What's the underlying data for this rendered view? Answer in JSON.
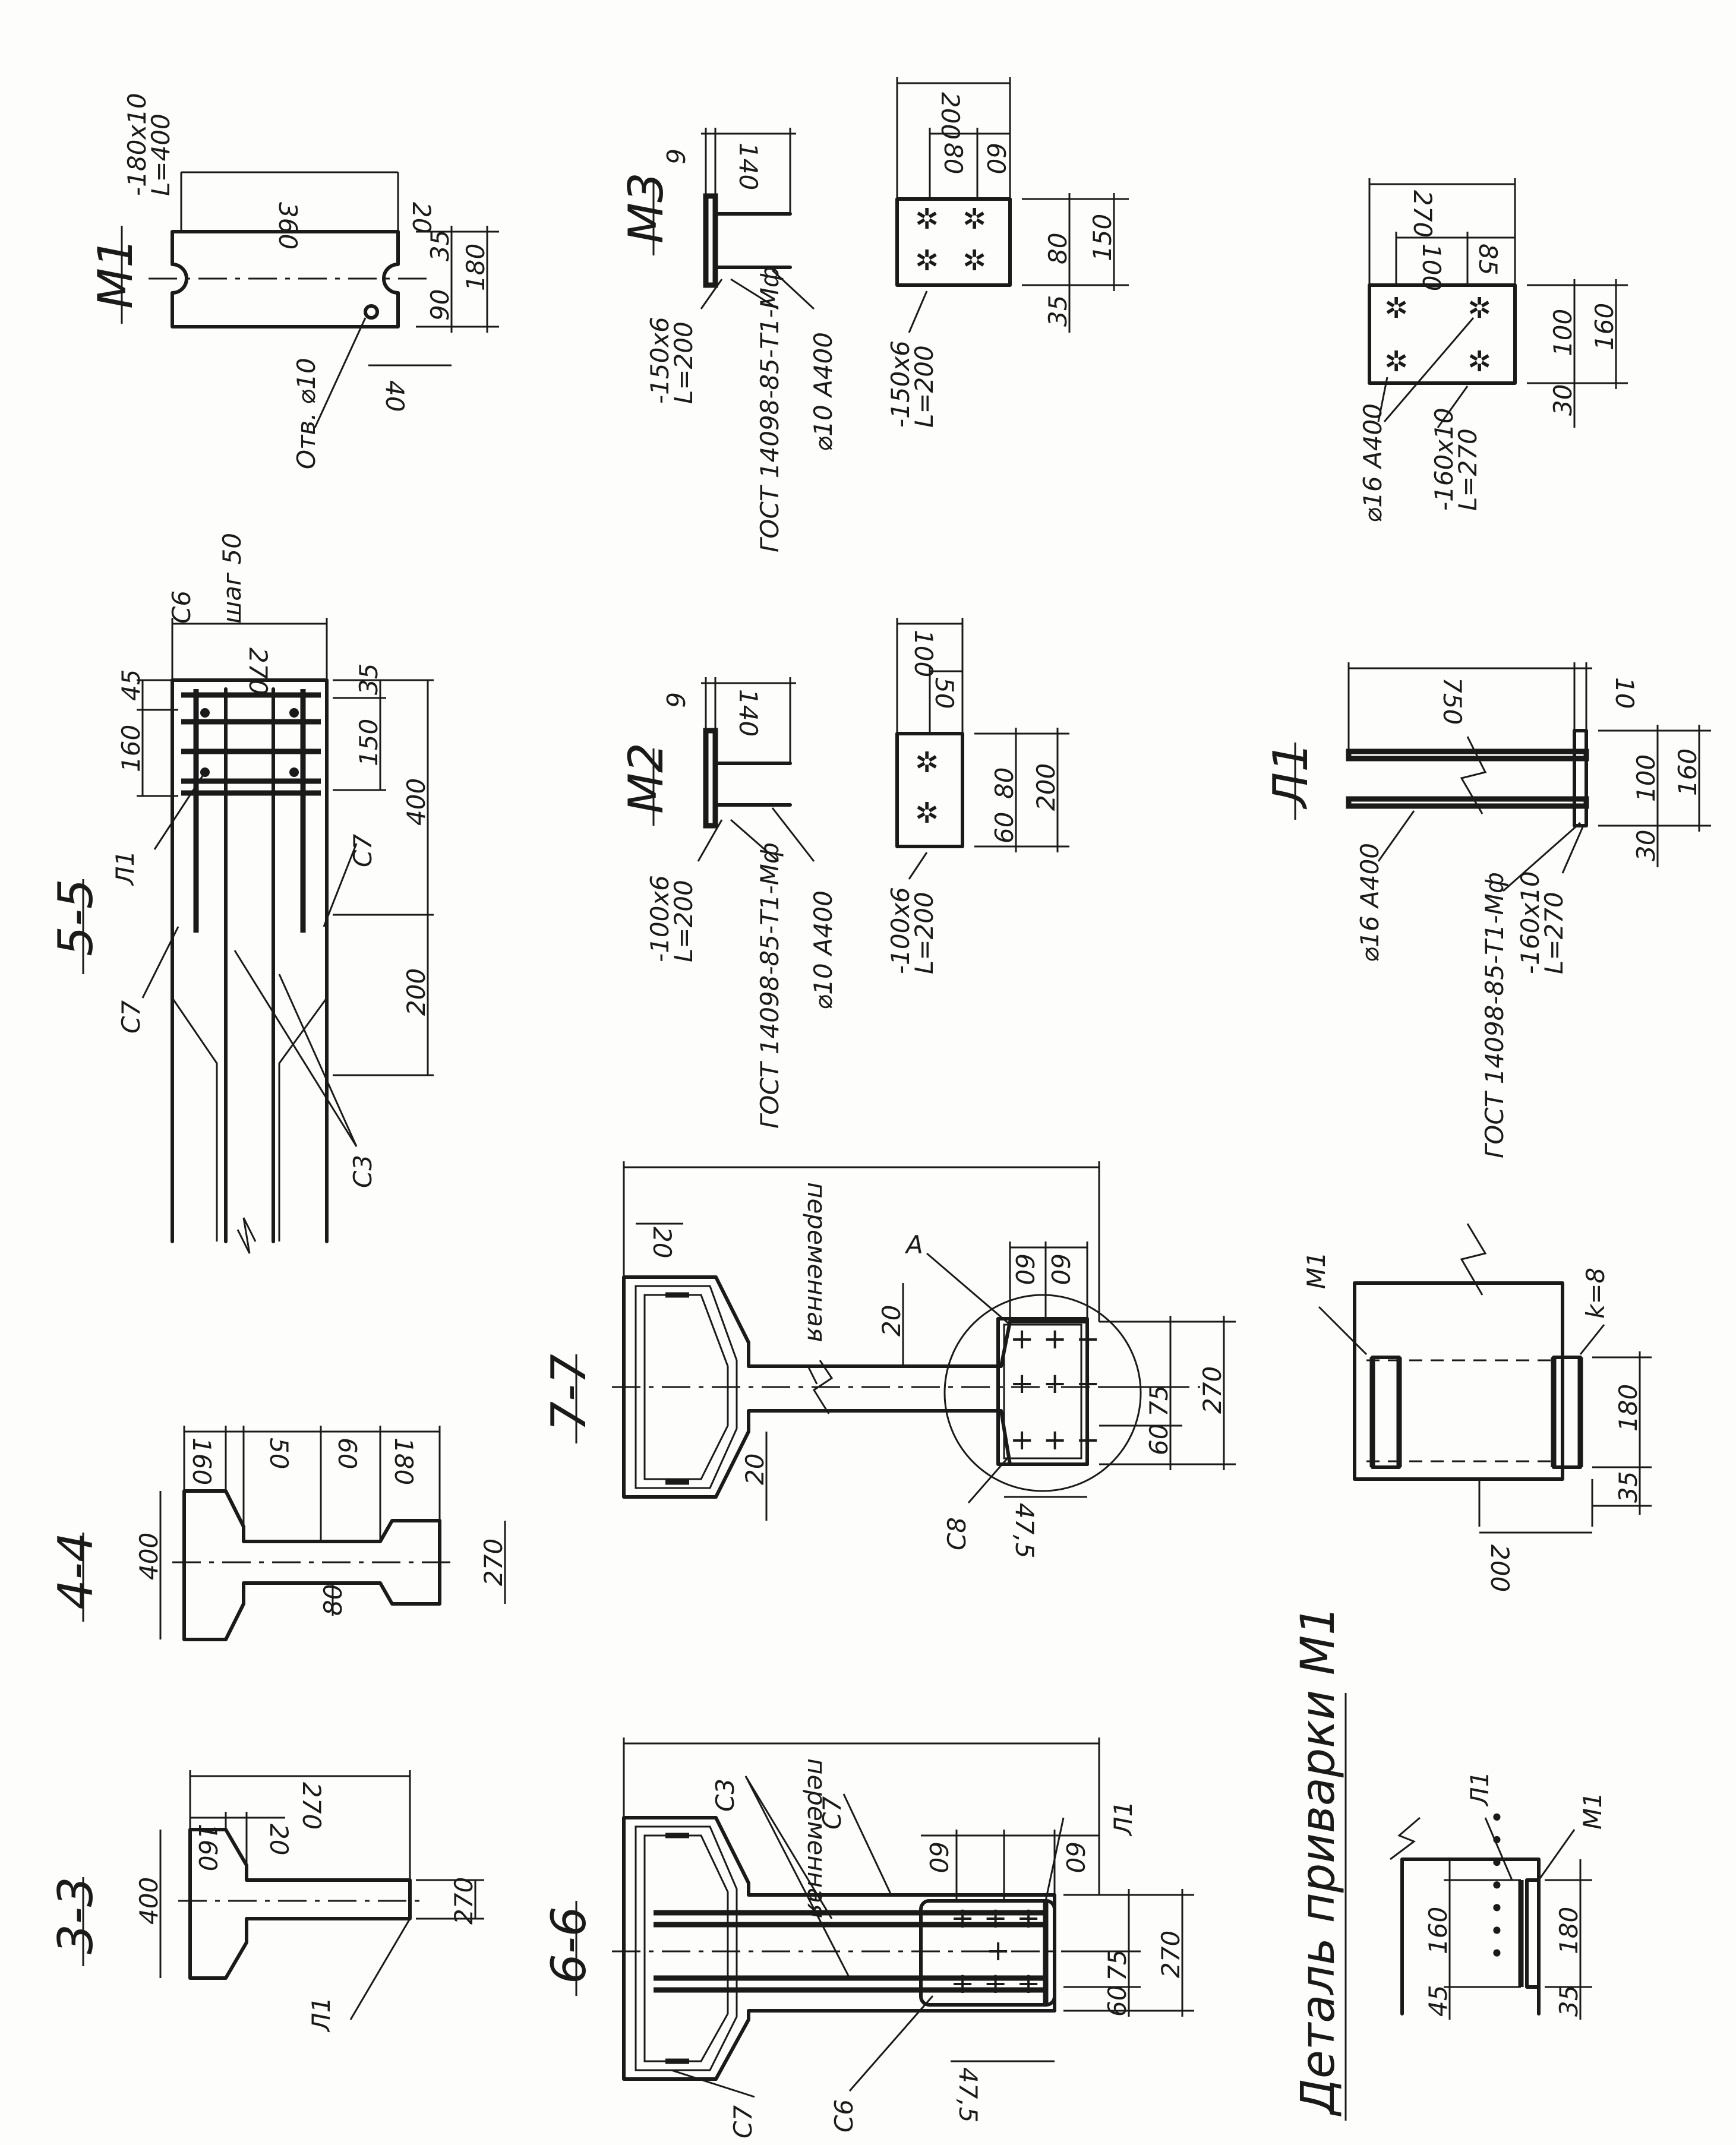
{
  "titles": {
    "m1": "M1",
    "m2": "M2",
    "m3": "M3",
    "s33": "3-3",
    "s44": "4-4",
    "s55": "5-5",
    "s66": "6-6",
    "s77": "7-7",
    "l1": "Л1",
    "detail": "Деталь приварки М1"
  },
  "m1": {
    "plate": "-180x10",
    "plate_len": "L=400",
    "hole": "Отв. ⌀10",
    "d360": "360",
    "d20": "20",
    "d35": "35",
    "d90": "90",
    "d180": "180",
    "d40": "40"
  },
  "m2": {
    "d6": "6",
    "d140": "140",
    "plate": "-100x6",
    "plate_len": "L=200",
    "gost": "ГОСТ 14098-85-Т1-Мф",
    "bar": "⌀10 А400",
    "d100": "100",
    "d50": "50",
    "d60": "60",
    "d80": "80",
    "d200": "200"
  },
  "m3": {
    "d6": "6",
    "d140": "140",
    "plate": "-150x6",
    "plate_len": "L=200",
    "gost": "ГОСТ 14098-85-Т1-Мф",
    "bar": "⌀10 А400",
    "d200": "200",
    "d60": "60",
    "d80": "80",
    "d150": "150",
    "d35": "35"
  },
  "top_right": {
    "d270": "270",
    "d85": "85",
    "d100": "100",
    "d160": "160",
    "d30": "30",
    "bar": "⌀16 А400",
    "plate": "-160x10",
    "plate_len": "L=270"
  },
  "s55": {
    "c6": "С6",
    "step": "шаг 50",
    "d45": "45",
    "d270": "270",
    "d35": "35",
    "d160": "160",
    "d150": "150",
    "d400": "400",
    "d200": "200",
    "l1": "Л1",
    "c7a": "С7",
    "c7b": "С7",
    "c3": "С3"
  },
  "l1": {
    "d750": "750",
    "d10": "10",
    "d100": "100",
    "d160": "160",
    "d30": "30",
    "bar": "⌀16 А400",
    "gost": "ГОСТ 14098-85-Т1-Мф",
    "plate": "-160x10",
    "plate_len": "L=270"
  },
  "s44": {
    "d160": "160",
    "d50": "50",
    "d60": "60",
    "d180": "180",
    "d400": "400",
    "d270": "270",
    "d80": "80"
  },
  "s77": {
    "var": "переменная",
    "d20a": "20",
    "d20b": "20",
    "d20c": "20",
    "a": "А",
    "d60a": "60",
    "d60b": "60",
    "d75": "75",
    "d60c": "60",
    "d270": "270",
    "d475": "47,5",
    "c8": "С8"
  },
  "weld": {
    "m1": "М1",
    "k": "k=8",
    "d180": "180",
    "d35": "35",
    "d200": "200"
  },
  "s33": {
    "d270": "270",
    "d160": "160",
    "d20": "20",
    "d400": "400",
    "d270b": "270",
    "l1": "Л1"
  },
  "s66": {
    "c3": "С3",
    "c7": "С7",
    "var": "переменная",
    "l1": "Л1",
    "d60a": "60",
    "d60b": "60",
    "d60c": "60",
    "d75": "75",
    "d270": "270",
    "d475": "47,5",
    "c7b": "С7",
    "c6": "С6"
  },
  "detail": {
    "l1": "Л1",
    "m1": "М1",
    "d160": "160",
    "d180": "180",
    "d45": "45",
    "d35": "35"
  }
}
